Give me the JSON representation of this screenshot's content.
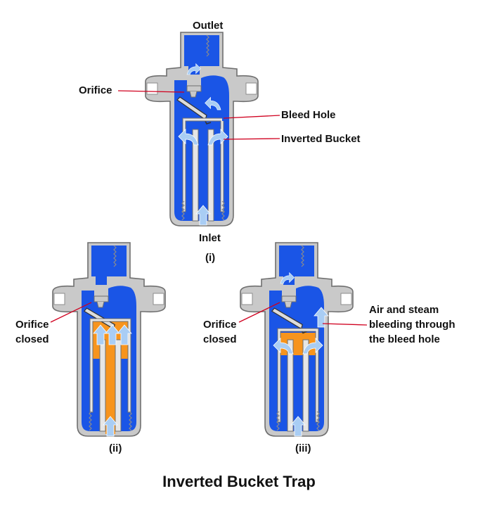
{
  "title": "Inverted Bucket Trap",
  "colors": {
    "water": "#1a55e6",
    "steam": "#f7941d",
    "metal": "#c9c9c9",
    "metal_dark": "#8c8c8c",
    "bucket_wall": "#e6e6e6",
    "arrow": "#a9cdf4",
    "leader_line": "#d0001f"
  },
  "diagrams": [
    {
      "caption": "(i)",
      "labels": {
        "outlet": "Outlet",
        "inlet": "Inlet",
        "orifice": "Orifice",
        "bleed_hole": "Bleed Hole",
        "inverted_bucket": "Inverted Bucket"
      }
    },
    {
      "caption": "(ii)",
      "labels": {
        "orifice_line1": "Orifice",
        "orifice_line2": "closed"
      }
    },
    {
      "caption": "(iii)",
      "labels": {
        "orifice_line1": "Orifice",
        "orifice_line2": "closed",
        "air_steam_line1": "Air and steam",
        "air_steam_line2": "bleeding through",
        "air_steam_line3": "the bleed hole"
      }
    }
  ]
}
